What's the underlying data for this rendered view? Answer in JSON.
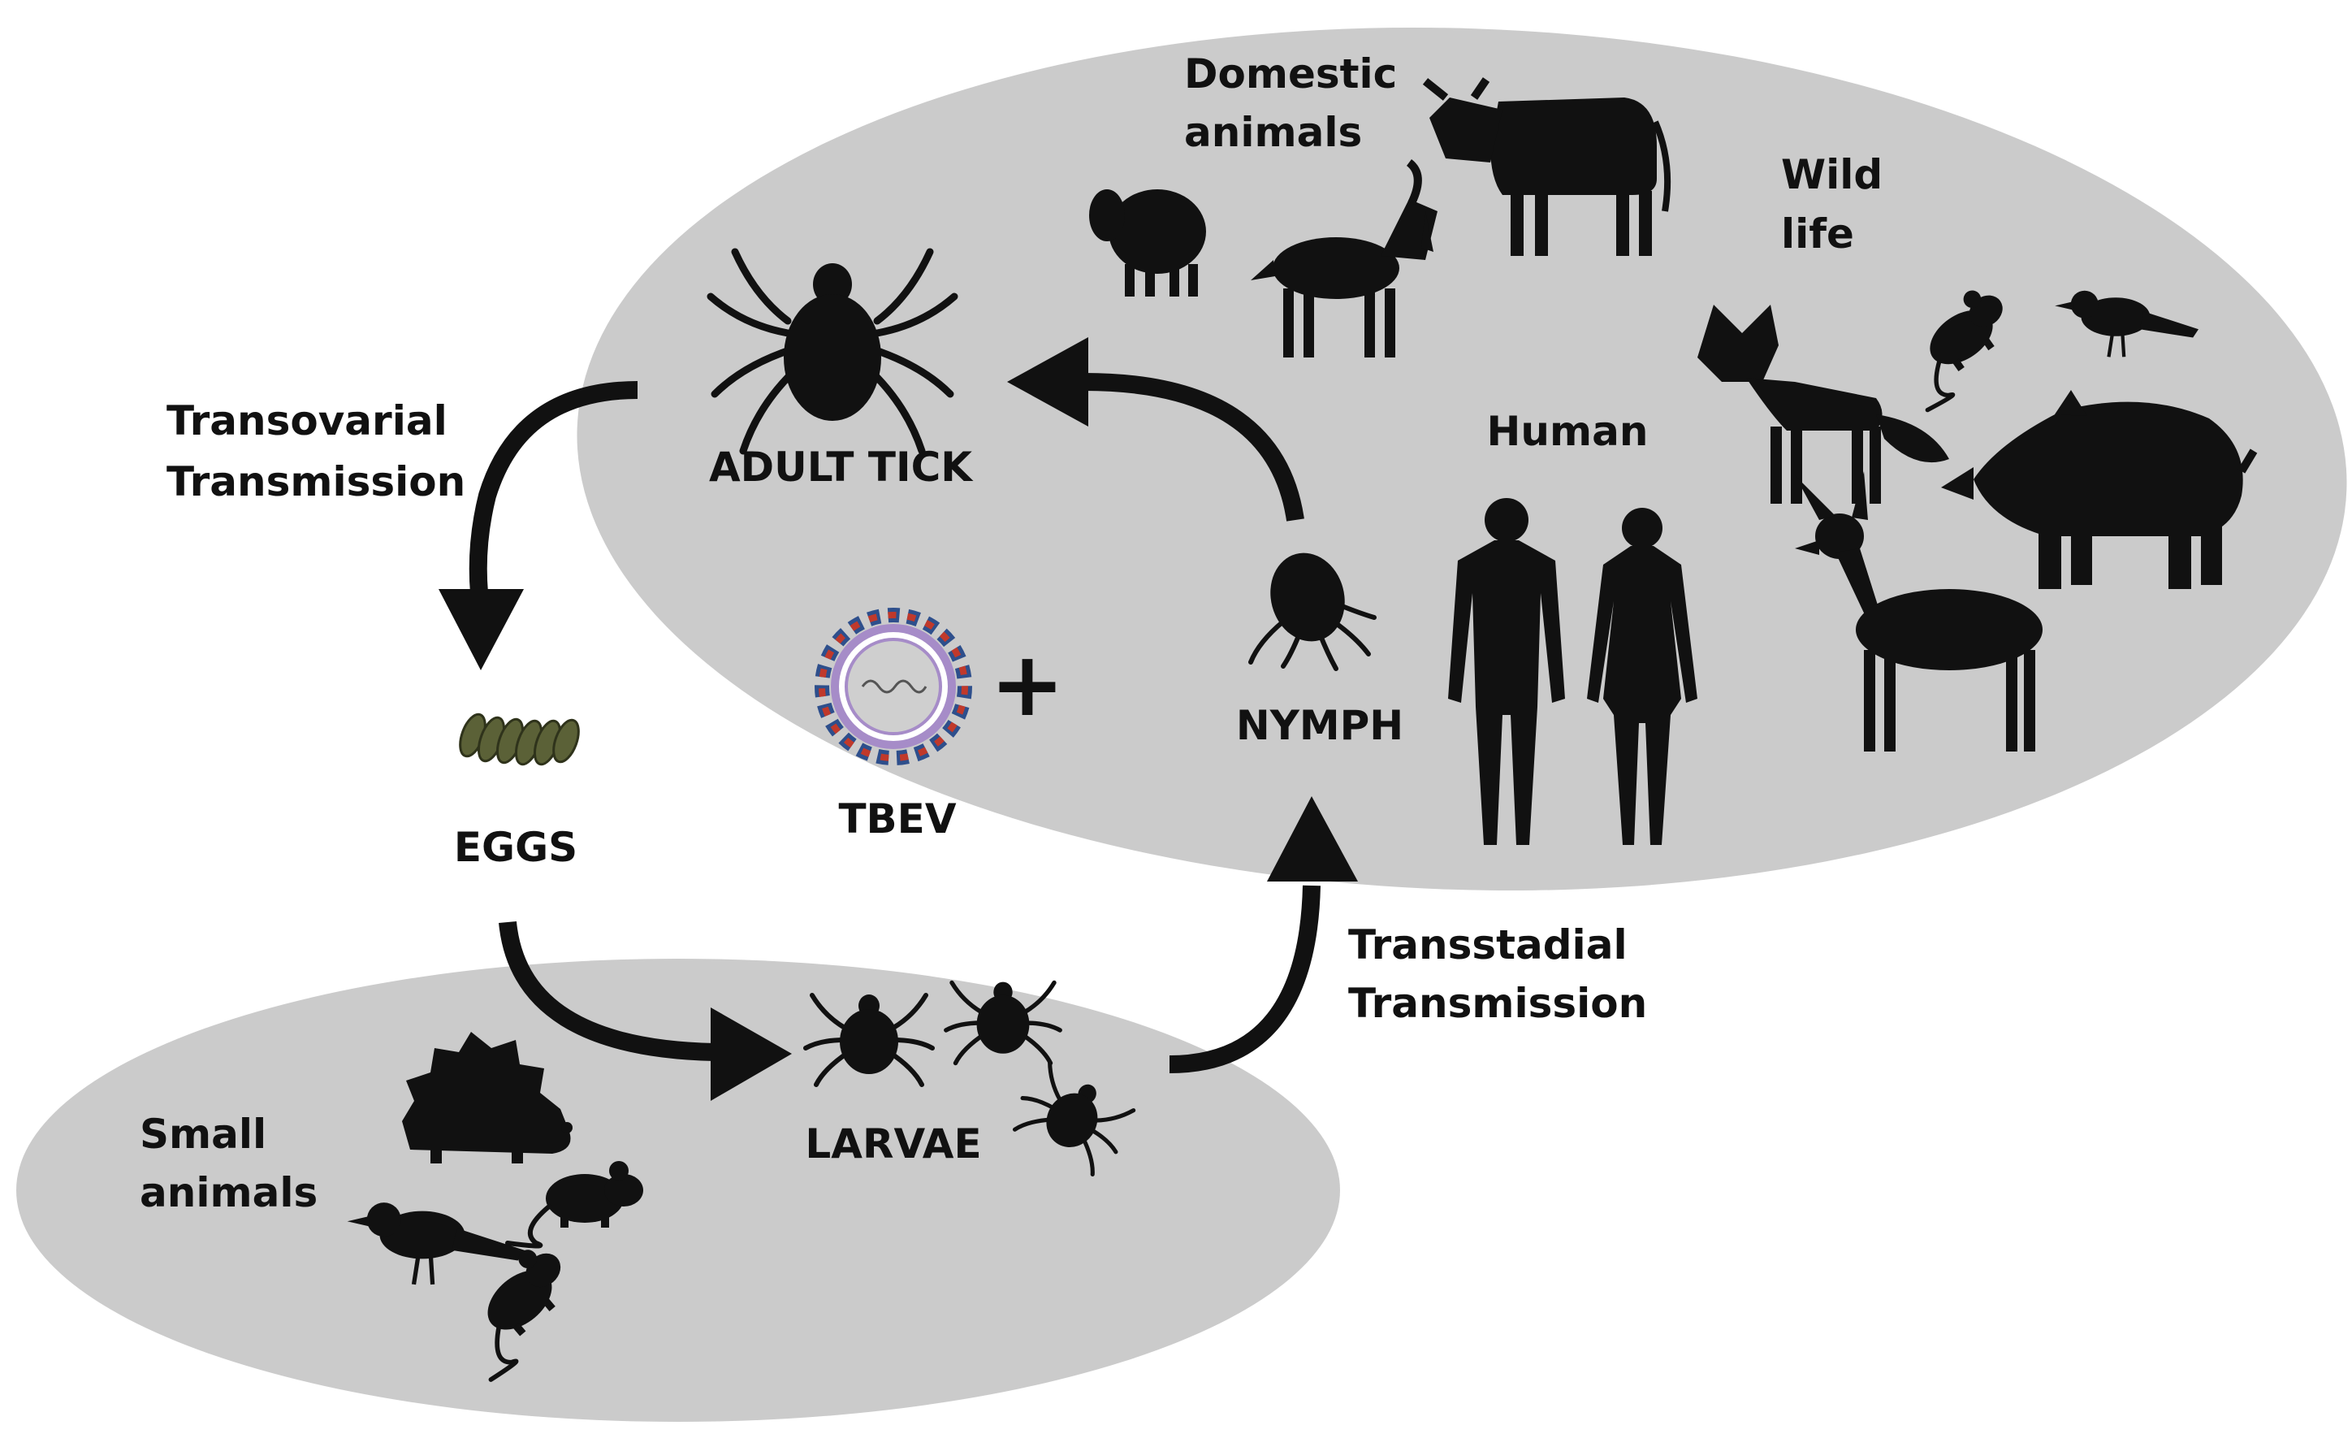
{
  "labels": {
    "domestic_line1": "Domestic",
    "domestic_line2": "animals",
    "wild_line1": "Wild",
    "wild_line2": "life",
    "human": "Human",
    "adult_tick": "ADULT TICK",
    "nymph": "NYMPH",
    "eggs": "EGGS",
    "tbev": "TBEV",
    "larvae": "LARVAE",
    "transovarial_line1": "Transovarial",
    "transovarial_line2": "Transmission",
    "transstadial_line1": "Transstadial",
    "transstadial_line2": "Transmission",
    "small_line1": "Small",
    "small_line2": "animals",
    "plus": "+"
  },
  "colors": {
    "ellipse_fill": "#cbcbcb",
    "silhouette": "#111111",
    "egg_green": "#5b6137",
    "virus_red": "#c0392b",
    "virus_blue": "#2e4f8c",
    "virus_purple": "#a68cc8",
    "virus_core": "#cfcfcf"
  },
  "icons": [
    "adult-tick-icon",
    "nymph-icon",
    "larva-icon",
    "eggs-icon",
    "tbev-virus-icon",
    "sheep-icon",
    "goat-icon",
    "cow-icon",
    "human-male-icon",
    "human-female-icon",
    "fox-icon",
    "mouse-icon",
    "bird-icon",
    "boar-icon",
    "deer-icon",
    "hedgehog-icon",
    "rat-icon"
  ]
}
